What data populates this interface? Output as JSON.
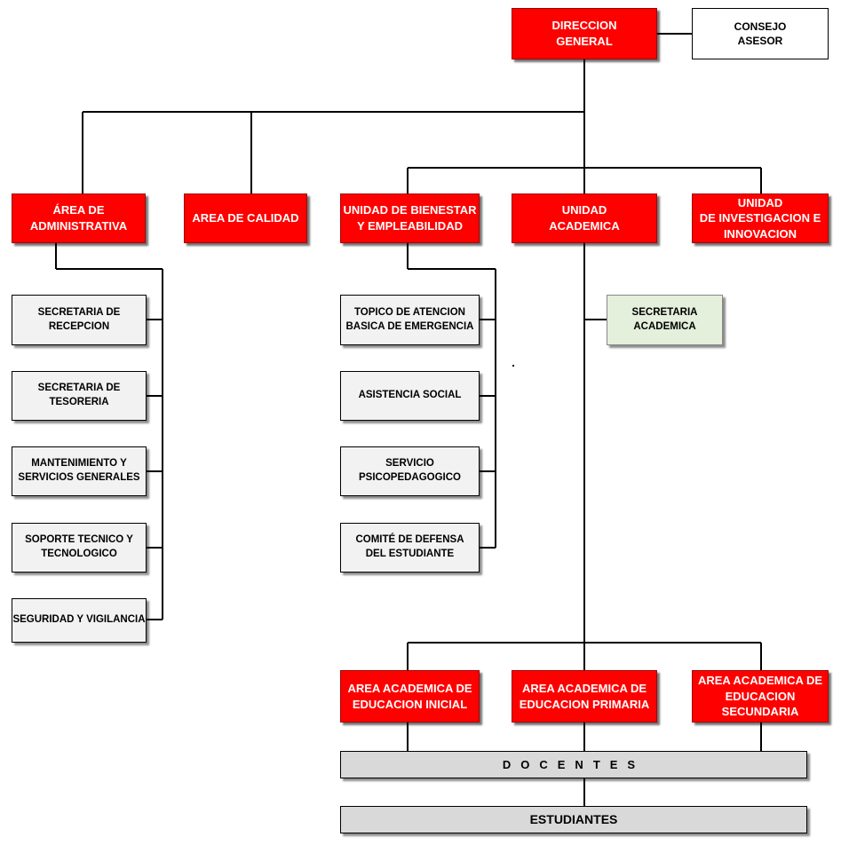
{
  "top": {
    "direccion": "DIRECCION\nGENERAL",
    "consejo": "CONSEJO\nASESOR"
  },
  "areas": {
    "administrativa": "ÁREA DE\nADMINISTRATIVA",
    "calidad": "AREA DE CALIDAD",
    "bienestar": "UNIDAD DE BIENESTAR\nY EMPLEABILIDAD",
    "academica": "UNIDAD\nACADEMICA",
    "investigacion": "UNIDAD\nDE INVESTIGACION E\nINNOVACION"
  },
  "administrativa_subunits": [
    "SECRETARIA DE\nRECEPCION",
    "SECRETARIA DE\nTESORERIA",
    "MANTENIMIENTO Y\nSERVICIOS GENERALES",
    "SOPORTE TECNICO Y\nTECNOLOGICO",
    "SEGURIDAD Y VIGILANCIA"
  ],
  "bienestar_subunits": [
    "TOPICO DE ATENCION\nBASICA DE EMERGENCIA",
    "ASISTENCIA SOCIAL",
    "SERVICIO\nPSICOPEDAGOGICO",
    "COMITÉ DE DEFENSA\nDEL ESTUDIANTE"
  ],
  "secretaria_academica": "SECRETARIA\nACADEMICA",
  "areas_academicas": [
    "AREA ACADEMICA DE\nEDUCACION INICIAL",
    "AREA ACADEMICA DE\nEDUCACION PRIMARIA",
    "AREA ACADEMICA DE\nEDUCACION\nSECUNDARIA"
  ],
  "docentes": "DOCENTES",
  "estudiantes": "ESTUDIANTES"
}
